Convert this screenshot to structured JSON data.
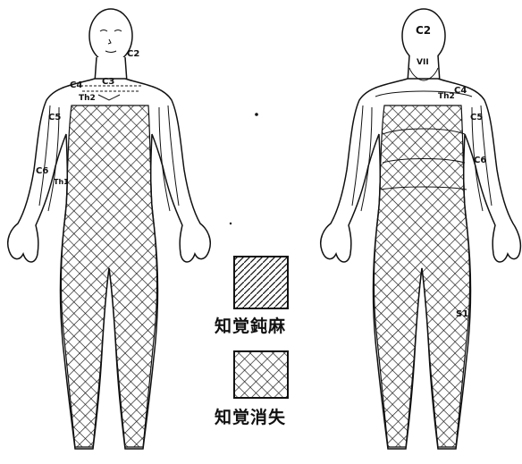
{
  "figure": {
    "front_labels": {
      "c2": "C2",
      "c3": "C3",
      "c4": "C4",
      "th2": "Th2",
      "c5": "C5",
      "c6": "C6",
      "th1": "Th1"
    },
    "back_labels": {
      "c2": "C2",
      "vii": "VII",
      "c4": "C4",
      "th2": "Th2",
      "c5": "C5",
      "c6": "C6",
      "s1": "S1"
    }
  },
  "legend": {
    "items": [
      {
        "pattern": "diagonal-hatch",
        "label": "知覚鈍麻"
      },
      {
        "pattern": "cross-hatch",
        "label": "知覚消失"
      }
    ]
  }
}
